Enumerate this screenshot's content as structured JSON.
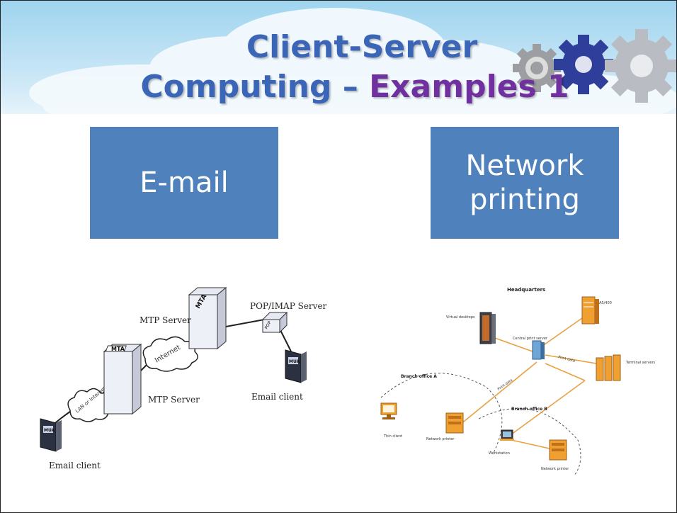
{
  "slide": {
    "title_line1": "Client-Server",
    "title_line2_main": "Computing – ",
    "title_line2_accent": "Examples 1",
    "colors": {
      "title": "#3b66b8",
      "accent": "#7030a0",
      "box": "#4f81bd",
      "line": "#e8a040"
    }
  },
  "boxes": [
    {
      "label": "E-mail"
    },
    {
      "label": "Network printing"
    }
  ],
  "email_diagram": {
    "nodes": {
      "mta1": "MTA",
      "mta2": "MTA",
      "pop": "POP",
      "mua1": "MUA",
      "mua2": "MUA"
    },
    "labels": {
      "mtp_server_top": "MTP Server",
      "pop_imap_server": "POP/IMAP Server",
      "internet": "Internet",
      "lan": "LAN or Internet",
      "mtp_server_bottom": "MTP Server",
      "email_client_right": "Email client",
      "email_client_left": "Email client"
    }
  },
  "print_diagram": {
    "labels": {
      "headquarters": "Headquarters",
      "virtual_desktops": "Virtual desktops",
      "central_print_server": "Central print server",
      "as400": "AS/400",
      "print_data_1": "Print data",
      "print_data_2": "Print data",
      "terminal_servers": "Terminal servers",
      "branch_a": "Branch office A",
      "branch_b": "Branch office B",
      "thin_client": "Thin client",
      "network_printer_a": "Network printer",
      "workstation": "Workstation",
      "network_printer_b": "Network printer"
    }
  }
}
